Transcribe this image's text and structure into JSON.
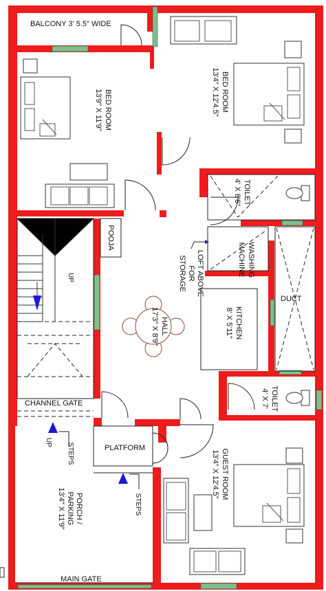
{
  "colors": {
    "wall": "#ee1c1c",
    "window": "#7fbf8f",
    "line": "#222222",
    "arrow": "#1a1ad6",
    "table": "#8a4a3a"
  },
  "labels": {
    "balcony": "BALCONY 3' 5.5\" WIDE",
    "bedroom1": {
      "name": "BED ROOM",
      "size": "13'9\" X 11'9\""
    },
    "bedroom2": {
      "name": "BED ROOM",
      "size": "13'4\" X 12'4.5\""
    },
    "toilet1": {
      "name": "TOILET",
      "size": "4' X 8'6\""
    },
    "pooja": "POOJA",
    "loft": {
      "line1": "LOFT ABOVE",
      "line2": "FOR",
      "line3": "STORAGE"
    },
    "washing": {
      "line1": "WASHING",
      "line2": "MACHINE"
    },
    "duct": "DUCT",
    "kitchen": {
      "name": "KITCHEN",
      "size": "8' X 5'11\""
    },
    "hall": {
      "name": "HALL",
      "size": "17'3\" X 8'9\""
    },
    "stairs_up": "UP",
    "channel_gate": "CHANNEL GATE",
    "toilet2": {
      "name": "TOILET",
      "size": "4' X 7'"
    },
    "platform": "PLATFORM",
    "guest_room": {
      "name": "GUEST ROOM",
      "size": "13'4\" X 12'4.5\""
    },
    "porch": {
      "line1": "PORCH /",
      "line2": "PARKING",
      "line3": "13'4\" X 11'9\""
    },
    "up_left": "UP",
    "steps_left": "STEPS",
    "steps_right": "STEPS",
    "main_gate": "MAIN GATE"
  }
}
